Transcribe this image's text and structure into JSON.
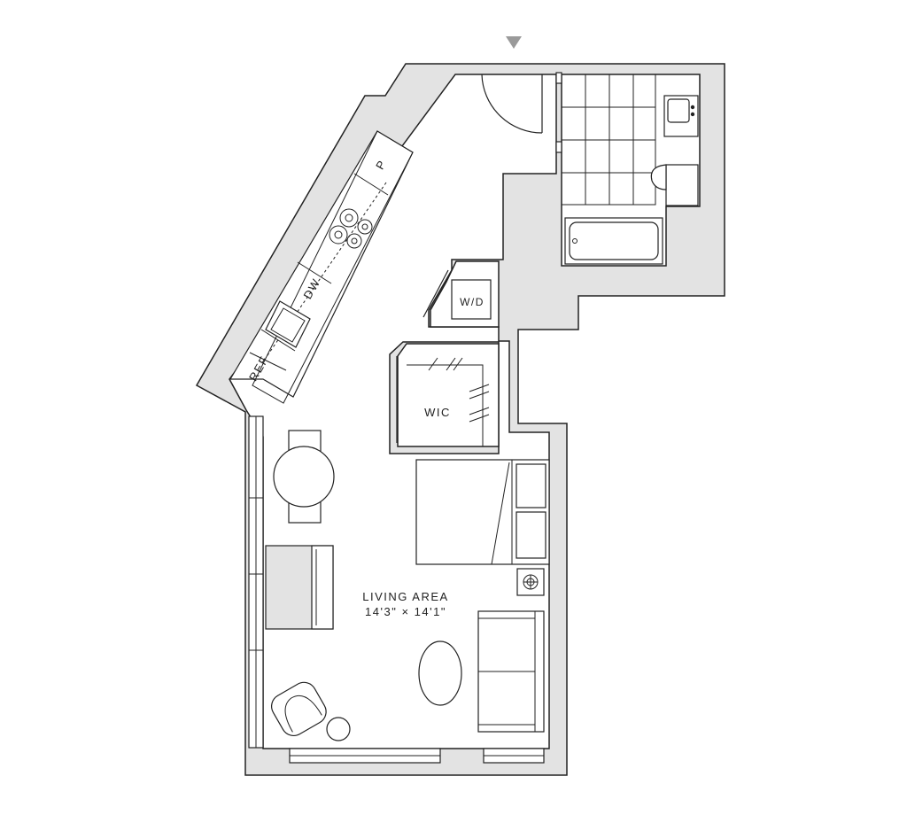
{
  "rooms": {
    "living_area_name": "LIVING AREA",
    "living_area_dims": "14'3\" × 14'1\"",
    "wic": "WIC",
    "wd": "W/D"
  },
  "kitchen": {
    "pantry": "P",
    "dishwasher": "DW",
    "refrigerator": "REF"
  },
  "colors": {
    "wall_fill": "#e3e3e3",
    "line": "#222222",
    "entry_marker": "#9a9a9a"
  }
}
